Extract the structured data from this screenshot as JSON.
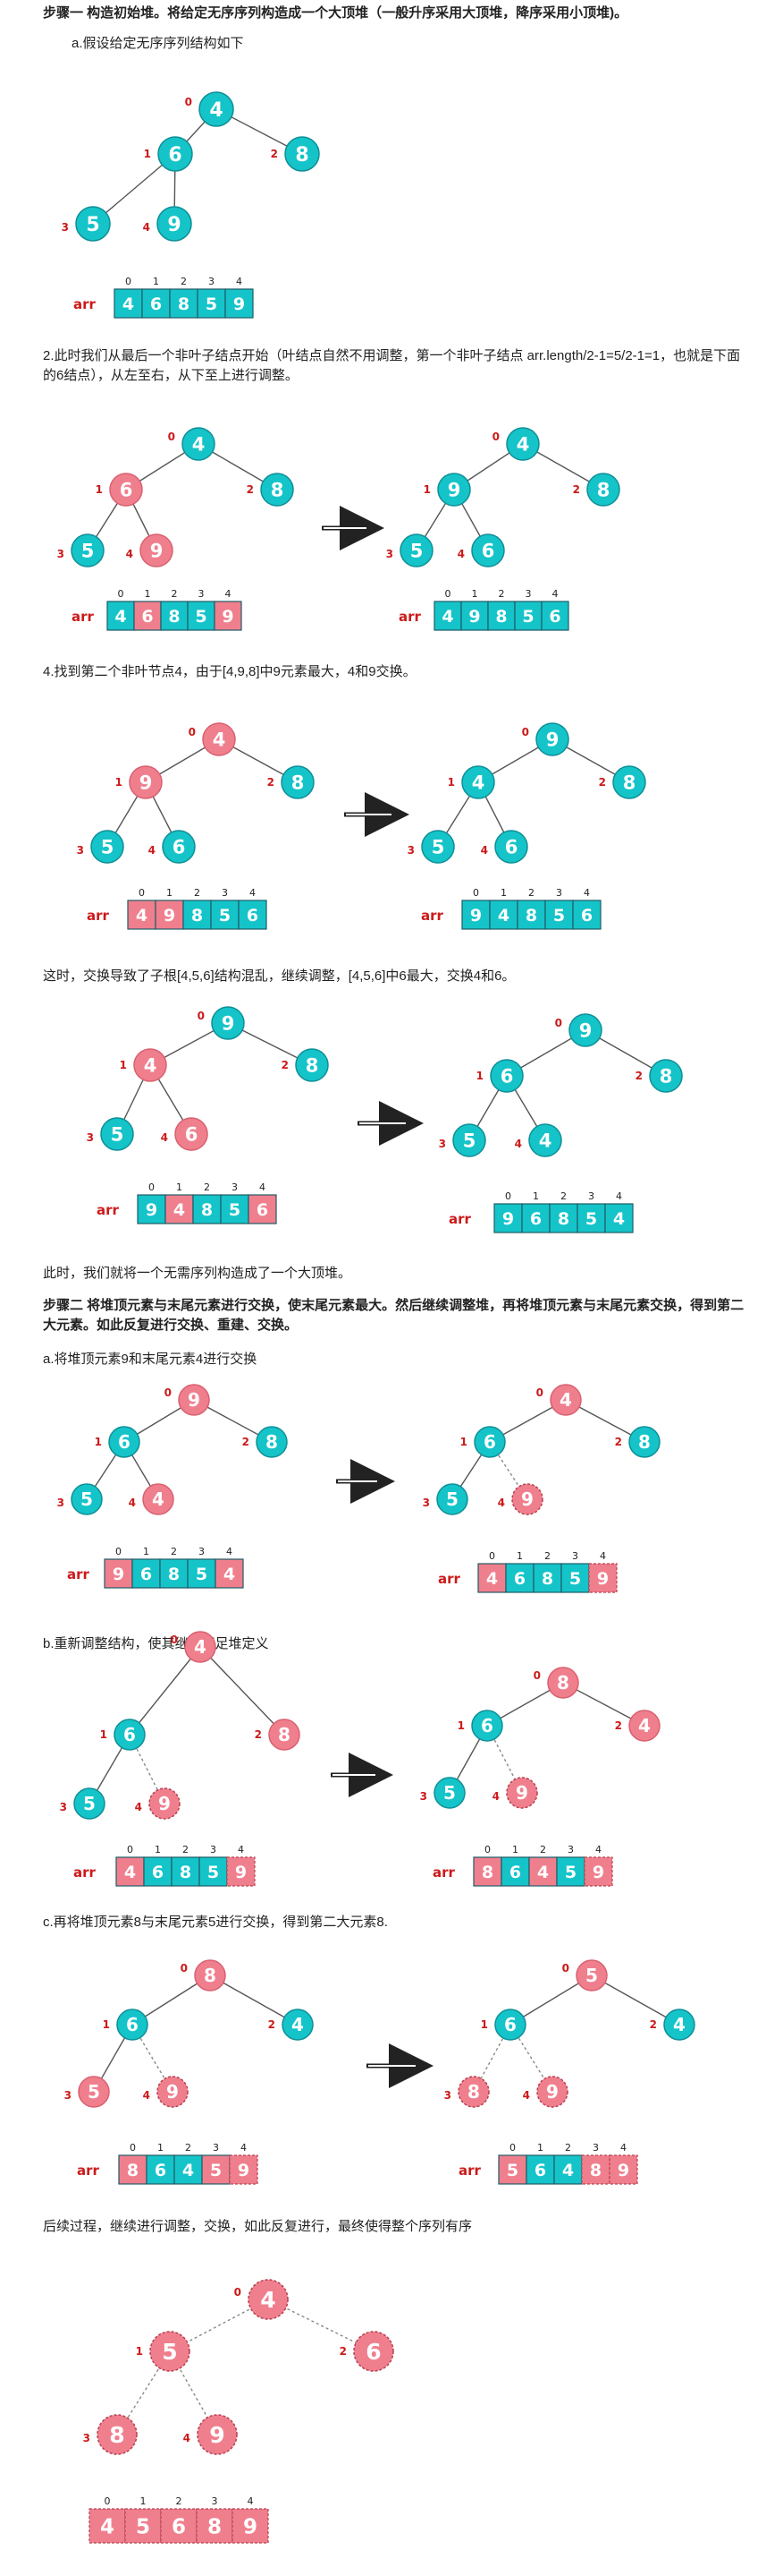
{
  "colors": {
    "teal": "#14c4c9",
    "teal_stroke": "#0f8f96",
    "pink": "#f07f8e",
    "pink_stroke": "#d9606f",
    "index_red": "#cc1a1a",
    "edge": "#555555"
  },
  "texts": {
    "step1_title": "步骤一 构造初始堆。将给定无序序列构造成一个大顶堆（一般升序采用大顶堆，降序采用小顶堆)。",
    "s1a": "a.假设给定无序序列结构如下",
    "s2": "2.此时我们从最后一个非叶子结点开始（叶结点自然不用调整，第一个非叶子结点 arr.length/2-1=5/2-1=1，也就是下面的6结点），从左至右，从下至上进行调整。",
    "s4": "4.找到第二个非叶节点4，由于[4,9,8]中9元素最大，4和9交换。",
    "s_swap": "这时，交换导致了子根[4,5,6]结构混乱，继续调整，[4,5,6]中6最大，交换4和6。",
    "s_done": "此时，我们就将一个无需序列构造成了一个大顶堆。",
    "step2_title": "步骤二 将堆顶元素与末尾元素进行交换，使末尾元素最大。然后继续调整堆，再将堆顶元素与末尾元素交换，得到第二大元素。如此反复进行交换、重建、交换。",
    "s2a": "a.将堆顶元素9和末尾元素4进行交换",
    "s2b": "b.重新调整结构，使其继续满足堆定义",
    "s2c": "c.再将堆顶元素8与末尾元素5进行交换，得到第二大元素8.",
    "s_end": "后续过程，继续进行调整，交换，如此反复进行，最终使得整个序列有序"
  },
  "array_label": "arr",
  "diagrams": [
    {
      "tree": {
        "values": [
          "4",
          "6",
          "8",
          "5",
          "9"
        ],
        "colors": [
          "t",
          "t",
          "t",
          "t",
          "t"
        ]
      },
      "array": {
        "values": [
          "4",
          "6",
          "8",
          "5",
          "9"
        ],
        "colors": [
          "t",
          "t",
          "t",
          "t",
          "t"
        ]
      }
    },
    {
      "tree": {
        "values": [
          "4",
          "6",
          "8",
          "5",
          "9"
        ],
        "colors": [
          "t",
          "p",
          "t",
          "t",
          "p"
        ]
      },
      "array": {
        "values": [
          "4",
          "6",
          "8",
          "5",
          "9"
        ],
        "colors": [
          "t",
          "p",
          "t",
          "t",
          "p"
        ]
      }
    },
    {
      "tree": {
        "values": [
          "4",
          "9",
          "8",
          "5",
          "6"
        ],
        "colors": [
          "t",
          "t",
          "t",
          "t",
          "t"
        ]
      },
      "array": {
        "values": [
          "4",
          "9",
          "8",
          "5",
          "6"
        ],
        "colors": [
          "t",
          "t",
          "t",
          "t",
          "t"
        ]
      }
    },
    {
      "tree": {
        "values": [
          "4",
          "9",
          "8",
          "5",
          "6"
        ],
        "colors": [
          "p",
          "p",
          "t",
          "t",
          "t"
        ]
      },
      "array": {
        "values": [
          "4",
          "9",
          "8",
          "5",
          "6"
        ],
        "colors": [
          "p",
          "p",
          "t",
          "t",
          "t"
        ]
      }
    },
    {
      "tree": {
        "values": [
          "9",
          "4",
          "8",
          "5",
          "6"
        ],
        "colors": [
          "t",
          "t",
          "t",
          "t",
          "t"
        ]
      },
      "array": {
        "values": [
          "9",
          "4",
          "8",
          "5",
          "6"
        ],
        "colors": [
          "t",
          "t",
          "t",
          "t",
          "t"
        ]
      }
    },
    {
      "tree": {
        "values": [
          "9",
          "4",
          "8",
          "5",
          "6"
        ],
        "colors": [
          "t",
          "p",
          "t",
          "t",
          "p"
        ]
      },
      "array": {
        "values": [
          "9",
          "4",
          "8",
          "5",
          "6"
        ],
        "colors": [
          "t",
          "p",
          "t",
          "t",
          "p"
        ]
      }
    },
    {
      "tree": {
        "values": [
          "9",
          "6",
          "8",
          "5",
          "4"
        ],
        "colors": [
          "t",
          "t",
          "t",
          "t",
          "t"
        ]
      },
      "array": {
        "values": [
          "9",
          "6",
          "8",
          "5",
          "4"
        ],
        "colors": [
          "t",
          "t",
          "t",
          "t",
          "t"
        ]
      }
    },
    {
      "tree": {
        "values": [
          "9",
          "6",
          "8",
          "5",
          "4"
        ],
        "colors": [
          "p",
          "t",
          "t",
          "t",
          "p"
        ]
      },
      "array": {
        "values": [
          "9",
          "6",
          "8",
          "5",
          "4"
        ],
        "colors": [
          "p",
          "t",
          "t",
          "t",
          "p"
        ]
      }
    },
    {
      "tree": {
        "values": [
          "4",
          "6",
          "8",
          "5",
          "9"
        ],
        "colors": [
          "p",
          "t",
          "t",
          "t",
          "p"
        ],
        "dashed": [
          4
        ]
      },
      "array": {
        "values": [
          "4",
          "6",
          "8",
          "5",
          "9"
        ],
        "colors": [
          "p",
          "t",
          "t",
          "t",
          "p"
        ],
        "dashed": [
          4
        ]
      }
    },
    {
      "tree": {
        "values": [
          "4",
          "6",
          "8",
          "5",
          "9"
        ],
        "colors": [
          "p",
          "t",
          "p",
          "t",
          "p"
        ],
        "dashed": [
          4
        ]
      },
      "array": {
        "values": [
          "4",
          "6",
          "8",
          "5",
          "9"
        ],
        "colors": [
          "p",
          "t",
          "t",
          "t",
          "p"
        ],
        "dashed": [
          4
        ]
      }
    },
    {
      "tree": {
        "values": [
          "8",
          "6",
          "4",
          "5",
          "9"
        ],
        "colors": [
          "p",
          "t",
          "p",
          "t",
          "p"
        ],
        "dashed": [
          4
        ]
      },
      "array": {
        "values": [
          "8",
          "6",
          "4",
          "5",
          "9"
        ],
        "colors": [
          "p",
          "t",
          "p",
          "t",
          "p"
        ],
        "dashed": [
          4
        ]
      }
    },
    {
      "tree": {
        "values": [
          "8",
          "6",
          "4",
          "5",
          "9"
        ],
        "colors": [
          "p",
          "t",
          "t",
          "p",
          "p"
        ],
        "dashed": [
          4
        ]
      },
      "array": {
        "values": [
          "8",
          "6",
          "4",
          "5",
          "9"
        ],
        "colors": [
          "p",
          "t",
          "t",
          "p",
          "p"
        ],
        "dashed": [
          4
        ]
      }
    },
    {
      "tree": {
        "values": [
          "5",
          "6",
          "4",
          "8",
          "9"
        ],
        "colors": [
          "p",
          "t",
          "t",
          "p",
          "p"
        ],
        "dashed": [
          3,
          4
        ]
      },
      "array": {
        "values": [
          "5",
          "6",
          "4",
          "8",
          "9"
        ],
        "colors": [
          "p",
          "t",
          "t",
          "p",
          "p"
        ],
        "dashed": [
          3,
          4
        ]
      }
    },
    {
      "tree": {
        "values": [
          "4",
          "5",
          "6",
          "8",
          "9"
        ],
        "colors": [
          "p",
          "p",
          "p",
          "p",
          "p"
        ],
        "dashed": [
          0,
          1,
          2,
          3,
          4
        ]
      },
      "array": {
        "values": [
          "4",
          "5",
          "6",
          "8",
          "9"
        ],
        "colors": [
          "p",
          "p",
          "p",
          "p",
          "p"
        ],
        "dashed": [
          0,
          1,
          2,
          3,
          4
        ]
      }
    }
  ]
}
